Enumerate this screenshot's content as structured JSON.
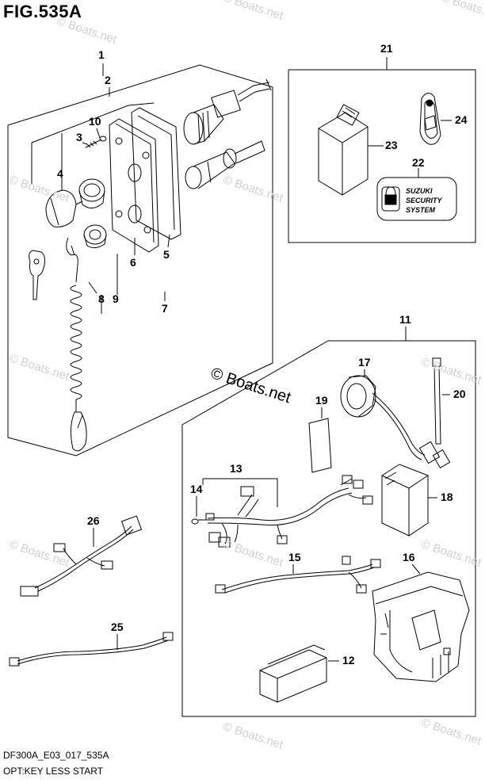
{
  "figure": {
    "title": "FIG.535A",
    "footer_code": "DF300A_E03_017_535A",
    "footer_title": "OPT:KEY LESS START",
    "watermark": "© Boats.net"
  },
  "labels": {
    "l1": "1",
    "l2": "2",
    "l3": "3",
    "l4": "4",
    "l5": "5",
    "l6": "6",
    "l7": "7",
    "l8": "8",
    "l9": "9",
    "l10": "10",
    "l11": "11",
    "l12": "12",
    "l13": "13",
    "l14": "14",
    "l15": "15",
    "l16": "16",
    "l17": "17",
    "l18": "18",
    "l19": "19",
    "l20": "20",
    "l21": "21",
    "l22": "22",
    "l23": "23",
    "l24": "24",
    "l25": "25",
    "l26": "26"
  },
  "decal": {
    "line1": "SUZUKI",
    "line2": "SECURITY",
    "line3": "SYSTEM"
  },
  "colors": {
    "line": "#000000",
    "background": "#ffffff",
    "watermark_faint": "#d0d0d0"
  }
}
